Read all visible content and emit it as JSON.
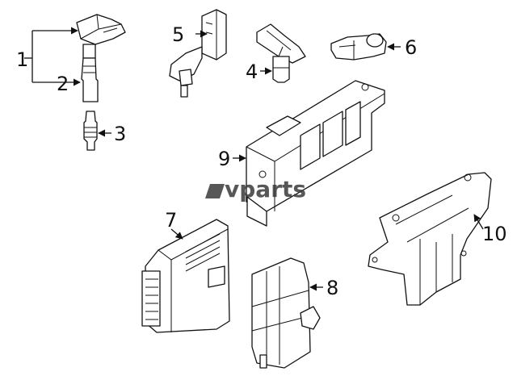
{
  "callouts": {
    "c1": "1",
    "c2": "2",
    "c3": "3",
    "c4": "4",
    "c5": "5",
    "c6": "6",
    "c7": "7",
    "c8": "8",
    "c9": "9",
    "c10": "10"
  },
  "watermark": "vparts",
  "colors": {
    "line": "#111111",
    "background": "#ffffff",
    "watermark": "#3a3a3a"
  }
}
